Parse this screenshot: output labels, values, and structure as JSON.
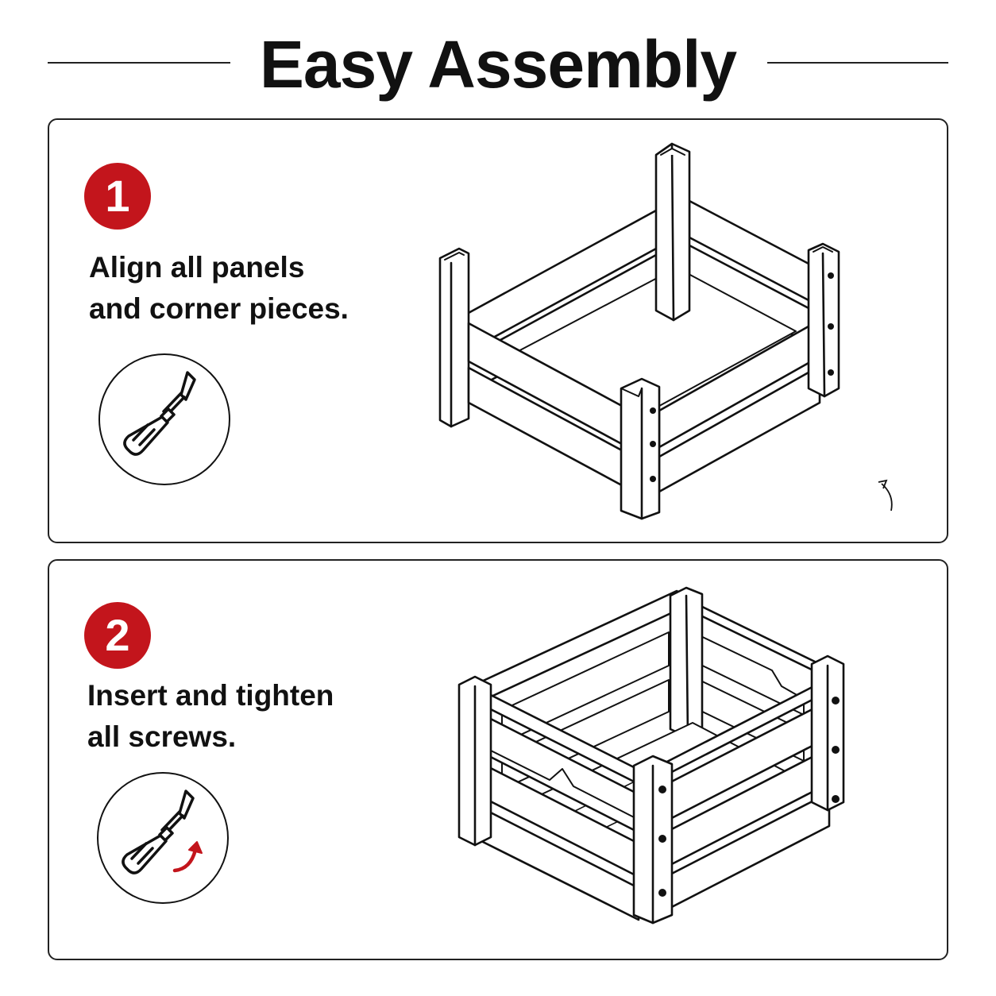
{
  "title": "Easy Assembly",
  "colors": {
    "accent": "#c3151c",
    "ink": "#111111",
    "background": "#ffffff"
  },
  "steps": [
    {
      "number": "1",
      "line1": "Align all panels",
      "line2": "and corner pieces.",
      "icon": "screwdriver-icon",
      "illustration": "open-crate-frame"
    },
    {
      "number": "2",
      "line1": "Insert and tighten",
      "line2": "all screws.",
      "icon": "screwdriver-rotate-icon",
      "illustration": "assembled-crate"
    }
  ]
}
